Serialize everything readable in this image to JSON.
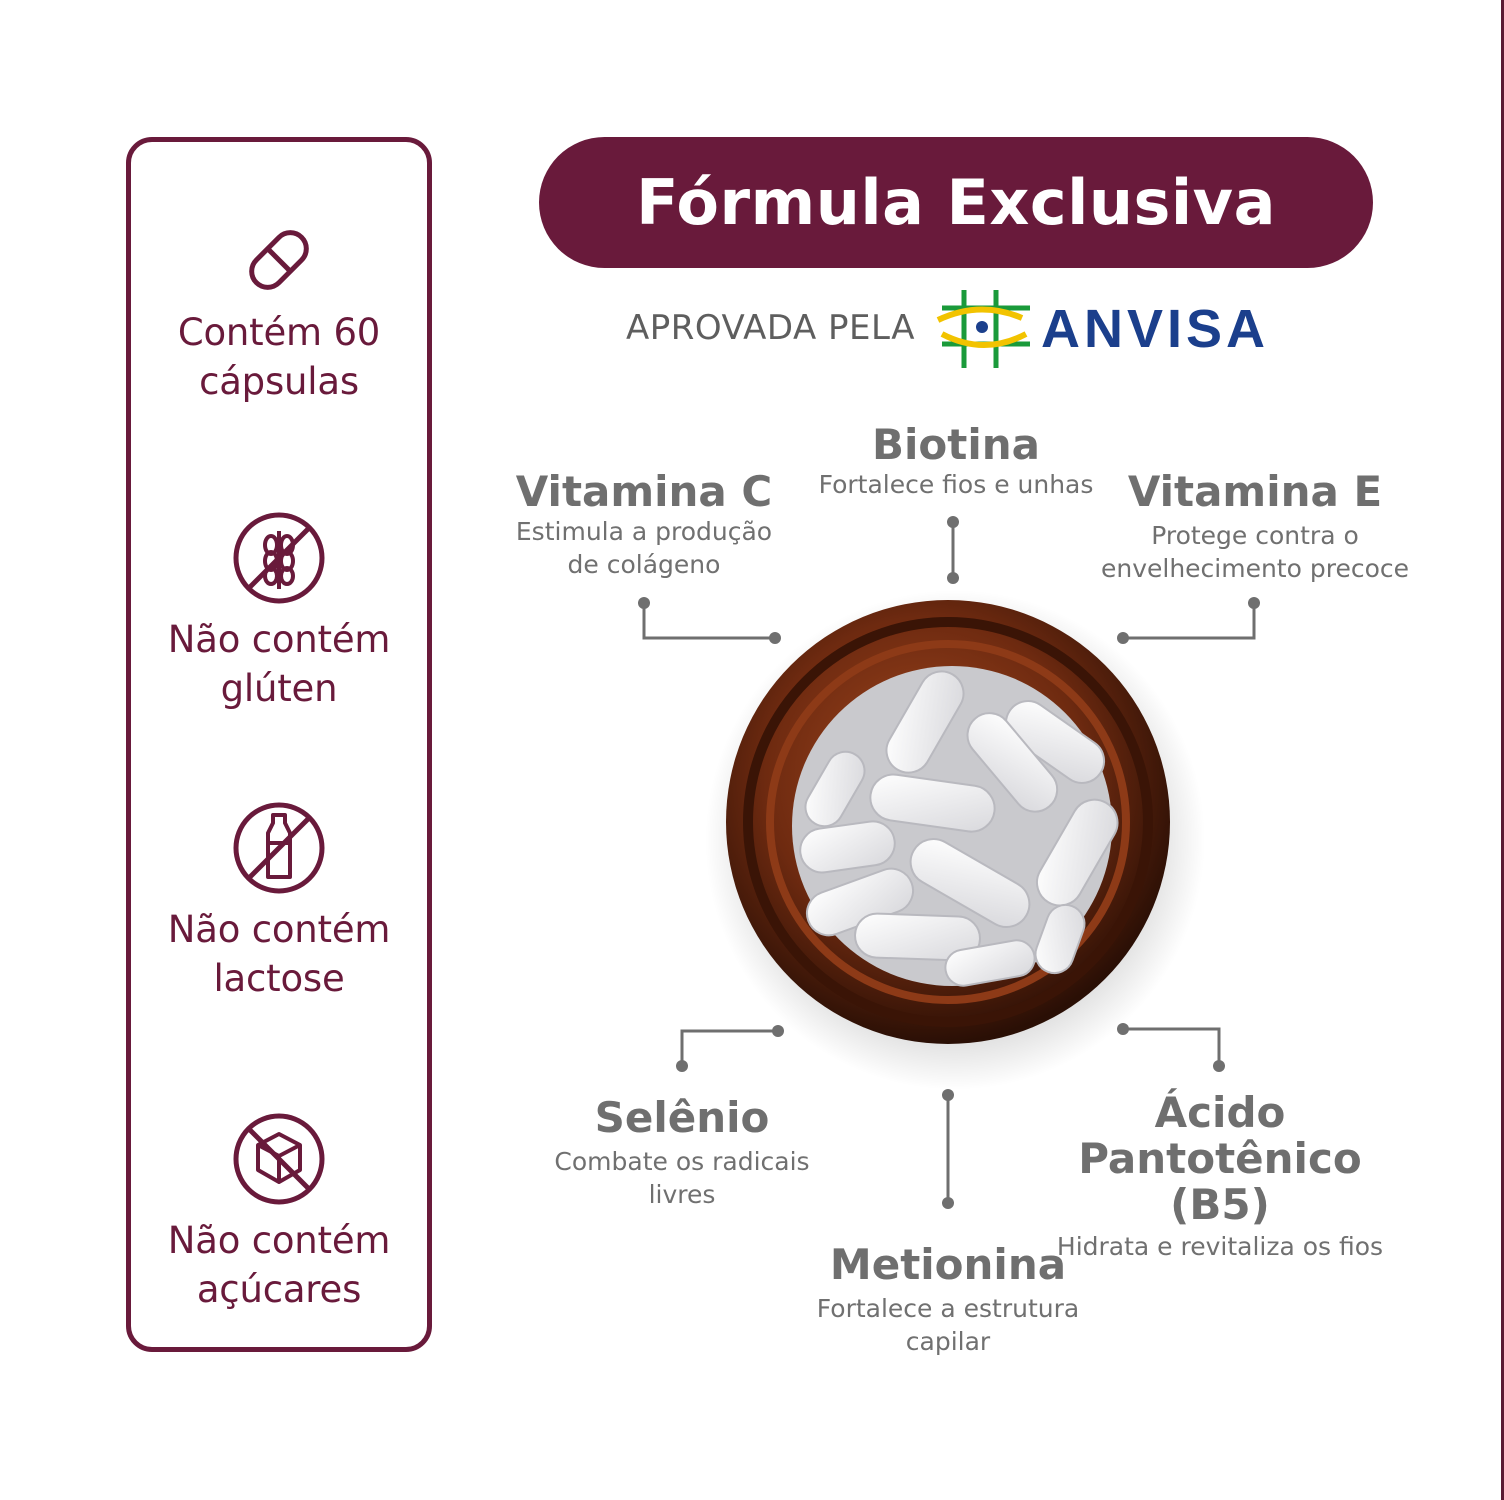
{
  "header": {
    "title": "Fórmula Exclusiva"
  },
  "approval": {
    "prefix": "APROVADA PELA",
    "agency": "ANVISA"
  },
  "features": [
    {
      "icon": "capsule-icon",
      "line1": "Contém 60",
      "line2": "cápsulas"
    },
    {
      "icon": "no-gluten-icon",
      "line1": "Não contém",
      "line2": "glúten"
    },
    {
      "icon": "no-lactose-icon",
      "line1": "Não contém",
      "line2": "lactose"
    },
    {
      "icon": "no-sugar-icon",
      "line1": "Não contém",
      "line2": "açúcares"
    }
  ],
  "nutrients": {
    "biotina": {
      "name": "Biotina",
      "desc1": "Fortalece fios e unhas"
    },
    "vitamina_c": {
      "name": "Vitamina C",
      "desc1": "Estimula a produção",
      "desc2": "de colágeno"
    },
    "vitamina_e": {
      "name": "Vitamina E",
      "desc1": "Protege contra o",
      "desc2": "envelhecimento precoce"
    },
    "selenio": {
      "name": "Selênio",
      "desc1": "Combate os radicais",
      "desc2": "livres"
    },
    "acido": {
      "name1": "Ácido",
      "name2": "Pantotênico (B5)",
      "desc1": "Hidrata e revitaliza os fios"
    },
    "metionina": {
      "name": "Metionina",
      "desc1": "Fortalece a estrutura",
      "desc2": "capilar"
    }
  },
  "colors": {
    "brand": "#691a3b",
    "text_gray": "#6f6f6f",
    "anvisa_blue": "#1b3f8c",
    "anvisa_green": "#1a9a3a",
    "anvisa_yellow": "#f2c300"
  }
}
